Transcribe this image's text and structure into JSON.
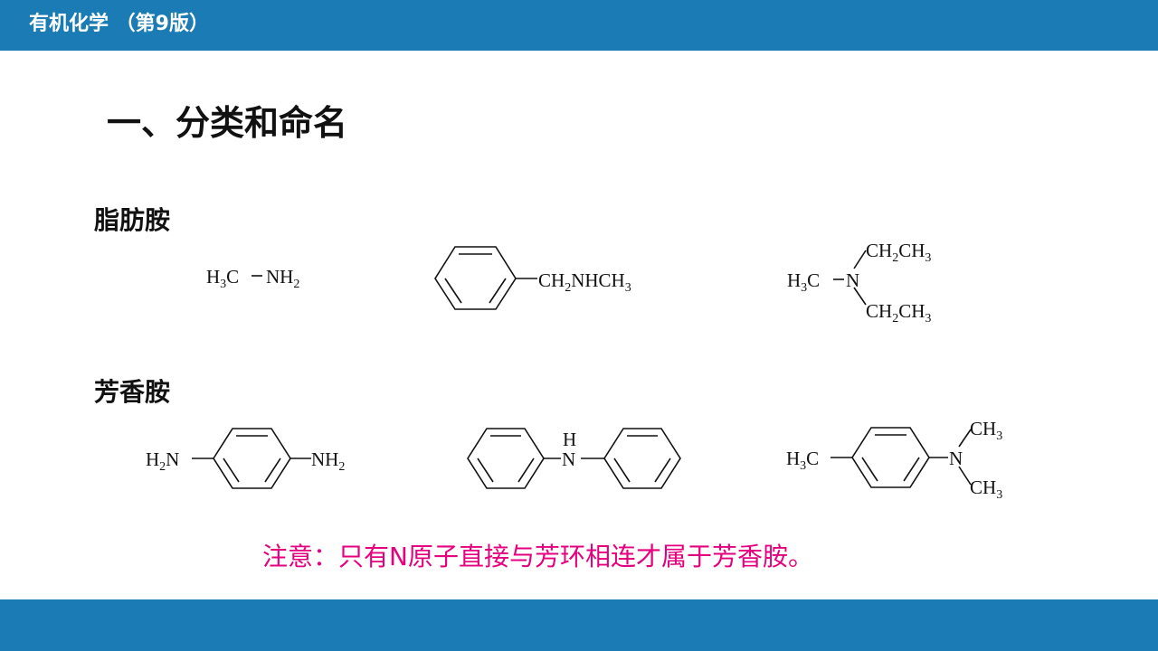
{
  "header": {
    "title": "有机化学 （第9版）"
  },
  "section": {
    "title": "一、分类和命名"
  },
  "categories": {
    "aliphatic": "脂肪胺",
    "aromatic": "芳香胺"
  },
  "structures": {
    "methylamine": {
      "left": "H",
      "left_sub": "3",
      "left_c": "C",
      "right": "NH",
      "right_sub": "2"
    },
    "benzyl_methylamine": {
      "a": "CH",
      "a_sub": "2",
      "b": "NHCH",
      "b_sub": "3"
    },
    "methyl_diethylamine": {
      "ch3_h": "H",
      "ch3_sub": "3",
      "ch3_c": "C",
      "n": "N",
      "upper": "CH",
      "upper_sub": "2",
      "upper2": "CH",
      "upper2_sub": "3",
      "lower": "CH",
      "lower_sub": "2",
      "lower2": "CH",
      "lower2_sub": "3"
    },
    "phenylenediamine": {
      "left": "H",
      "left_sub": "2",
      "left_n": "N",
      "right": "NH",
      "right_sub": "2"
    },
    "diphenylamine": {
      "h": "H",
      "n": "N"
    },
    "dimethyl_toluidine": {
      "left": "H",
      "left_sub": "3",
      "left_c": "C",
      "n": "N",
      "upper": "CH",
      "upper_sub": "3",
      "lower": "CH",
      "lower_sub": "3"
    }
  },
  "note": "注意：只有N原子直接与芳环相连才属于芳香胺。",
  "colors": {
    "bar": "#1a7bb5",
    "note": "#e4007f",
    "text": "#111111"
  }
}
